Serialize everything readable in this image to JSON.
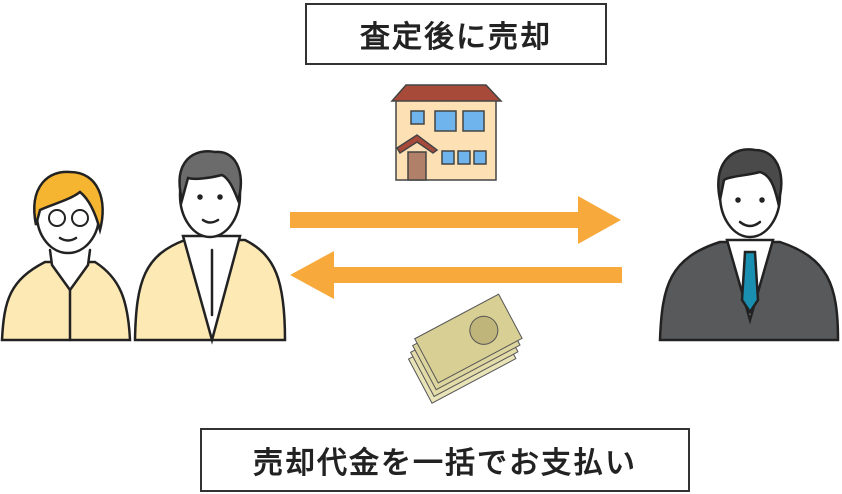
{
  "labels": {
    "top": "査定後に売却",
    "bottom": "売却代金を一括でお支払い"
  },
  "colors": {
    "arrow": "#f7a93b",
    "clothes": "#fde9b4",
    "hair_woman": "#f6b530",
    "suit": "#58595b",
    "tie": "#1a8fb0"
  },
  "icons": [
    "couple-illustration",
    "house-icon",
    "arrow-right-icon",
    "arrow-left-icon",
    "cash-icon",
    "businessman-illustration"
  ]
}
